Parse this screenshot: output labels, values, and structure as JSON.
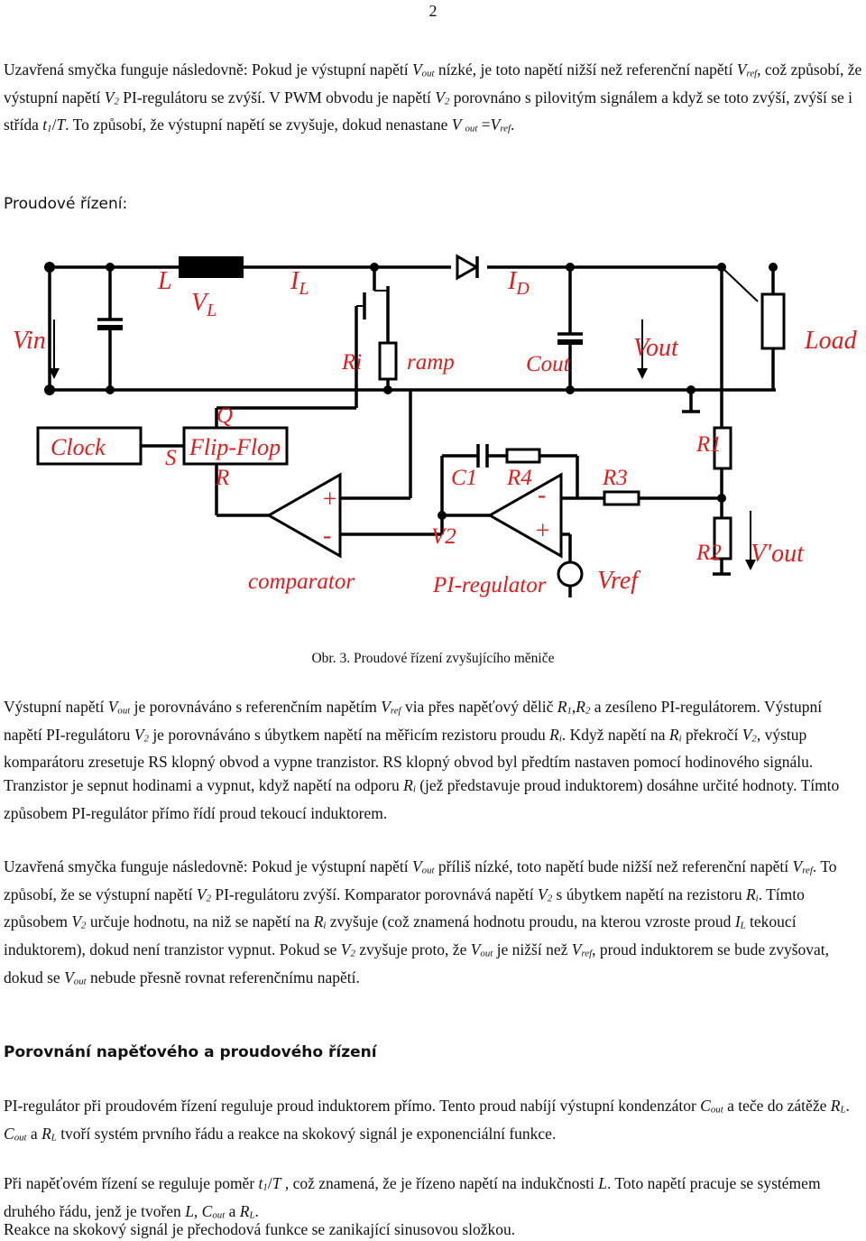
{
  "page_number": "2",
  "p1": {
    "a": "Uzavřená smyčka funguje následovně: Pokud je výstupní napětí ",
    "vout": "V",
    "vout_sub": "out",
    "b": " nízké, je toto napětí nižší než referenční napětí ",
    "vref": "V",
    "vref_sub": "ref",
    "c": ", což způsobí, že výstupní napětí ",
    "v2": "V",
    "v2_sub": "2",
    "d": " PI-regulátoru se zvýší. V PWM obvodu je napětí ",
    "v2b": "V",
    "v2b_sub": "2",
    "e": " porovnáno s pilovitým signálem a když se toto zvýší, zvýší se i střída ",
    "t1": "t",
    "t1_sub": "1",
    "f": "/",
    "T": "T",
    "g": ". To způsobí, že výstupní napětí se zvyšuje, dokud nenastane ",
    "vout2": "V ",
    "vout2_sub": "out",
    "h": " =",
    "vref2": "V",
    "vref2_sub": "ref",
    "i": "."
  },
  "heading1": "Proudové řízení:",
  "circuit": {
    "labels": {
      "L": "L",
      "VL": "V",
      "VL_sub": "L",
      "IL": "I",
      "IL_sub": "L",
      "ID": "I",
      "ID_sub": "D",
      "Vin": "Vin",
      "Ri": "Ri",
      "ramp": "ramp",
      "Cout": "Cout",
      "Vout": "Vout",
      "Load": "Load",
      "Q": "Q",
      "S": "S",
      "R": "R",
      "Clock": "Clock",
      "FlipFlop": "Flip-Flop",
      "R1": "R1",
      "C1": "C1",
      "R4": "R4",
      "R3": "R3",
      "plus": "+",
      "minus": "-",
      "minus2": "-",
      "plus2": "+",
      "V2": "V2",
      "R2": "R2",
      "Vout_prime": "V'out",
      "comparator": "comparator",
      "PI": "PI-regulator",
      "Vref": "Vref"
    },
    "colors": {
      "wire": "#000000",
      "label": "#e31b1b"
    }
  },
  "caption": "Obr. 3. Proudové řízení zvyšujícího měniče",
  "p2": {
    "a": "Výstupní napětí ",
    "vout": "V",
    "vout_sub": "out",
    "b": " je porovnáváno s referenčním napětím ",
    "vref": "V",
    "vref_sub": "ref",
    "c": " via přes napěťový dělič ",
    "r1": "R",
    "r1_sub": "1",
    "comma": ",",
    "r2": "R",
    "r2_sub": "2",
    "d": " a zesíleno PI-regulátorem. Výstupní napětí PI-regulátoru ",
    "v2": "V",
    "v2_sub": "2",
    "e": " je porovnáváno s úbytkem napětí na měřicím rezistoru proudu ",
    "ri": "R",
    "ri_sub": "i",
    "f": ". Když napětí na ",
    "ri2": "R",
    "ri2_sub": "i",
    "g": " překročí ",
    "v2c": "V",
    "v2c_sub": "2",
    "h": ", výstup komparátoru zresetuje RS klopný obvod a vypne tranzistor. RS klopný obvod byl předtím nastaven pomocí hodinového signálu. Tranzistor je sepnut hodinami a vypnut, když napětí na odporu ",
    "ri3": "R",
    "ri3_sub": "i",
    "i": " (jež představuje proud induktorem) dosáhne určité hodnoty. Tímto způsobem PI-regulátor přímo řídí proud tekoucí induktorem."
  },
  "p3": {
    "a": "Uzavřená smyčka funguje následovně: Pokud je výstupní napětí ",
    "vout": "V",
    "vout_sub": "out",
    "b": " příliš nízké, toto napětí bude nižší než referenční napětí ",
    "vref": "V",
    "vref_sub": "ref",
    "c": ". To způsobí, že se výstupní napětí ",
    "v2": "V",
    "v2_sub": "2",
    "d": " PI-regulátoru zvýší. Komparator porovnává napětí ",
    "v2b": "V",
    "v2b_sub": "2",
    "e": " s úbytkem napětí na rezistoru ",
    "ri": "R",
    "ri_sub": "i",
    "f": ". Tímto způsobem ",
    "v2c": "V",
    "v2c_sub": "2",
    "g": " určuje hodnotu, na niž se napětí na ",
    "ri2": "R",
    "ri2_sub": "i",
    "h": " zvyšuje (což znamená hodnotu proudu, na kterou vzroste proud ",
    "il": "I",
    "il_sub": "L",
    "i": " tekoucí induktorem), dokud není tranzistor vypnut. Pokud se ",
    "v2d": "V",
    "v2d_sub": "2",
    "j": " zvyšuje proto, že ",
    "vout2": "V",
    "vout2_sub": "out",
    "k": " je nižší než ",
    "vref2": "V",
    "vref2_sub": "ref",
    "l": ", proud induktorem se bude zvyšovat, dokud se ",
    "vout3": "V",
    "vout3_sub": "out",
    "m": " nebude přesně rovnat referenčnímu napětí."
  },
  "heading2": "Porovnání napěťového a proudového řízení",
  "p4": {
    "a": "PI-regulátor při proudovém řízení reguluje proud induktorem přímo. Tento proud nabíjí výstupní kondenzátor ",
    "cout": "C",
    "cout_sub": "out",
    "b": " a teče do zátěže ",
    "rl": "R",
    "rl_sub": "L",
    "c": ". ",
    "cout2": "C",
    "cout2_sub": "out",
    "d": " a ",
    "rl2": "R",
    "rl2_sub": "L",
    "e": " tvoří systém prvního řádu a reakce na skokový signál je exponenciální funkce."
  },
  "p5": {
    "a": "Při napěťovém řízení se reguluje poměr ",
    "t1": "t",
    "t1_sub": "1",
    "b": "/",
    "T": "T",
    "c": " , což znamená, že je řízeno napětí na indukčnosti ",
    "L": "L",
    "d": ". Toto napětí pracuje se systémem druhého řádu, jenž je tvořen ",
    "L2": "L",
    "e": ", ",
    "cout": "C",
    "cout_sub": "out",
    "f": " a ",
    "rl": "R",
    "rl_sub": "L",
    "g": "."
  },
  "p6": "Reakce na skokový signál je přechodová funkce se zanikající sinusovou složkou."
}
